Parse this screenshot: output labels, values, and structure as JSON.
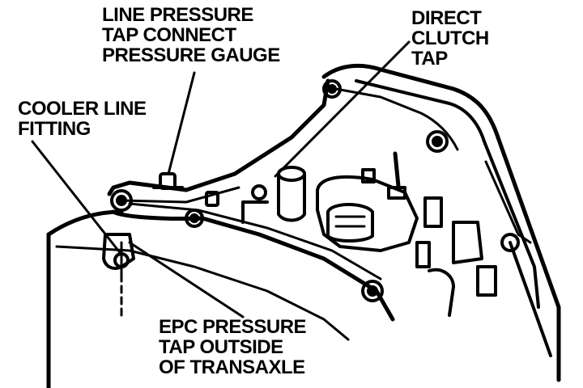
{
  "labels": {
    "line_pressure": [
      "LINE PRESSURE",
      "TAP CONNECT",
      "PRESSURE GAUGE"
    ],
    "direct_clutch": [
      "DIRECT",
      "CLUTCH",
      "TAP"
    ],
    "cooler_line": [
      "COOLER LINE",
      "FITTING"
    ],
    "epc": [
      "EPC PRESSURE",
      "TAP OUTSIDE",
      "OF TRANSAXLE"
    ]
  },
  "colors": {
    "ink": "#000000",
    "paper": "#ffffff"
  }
}
